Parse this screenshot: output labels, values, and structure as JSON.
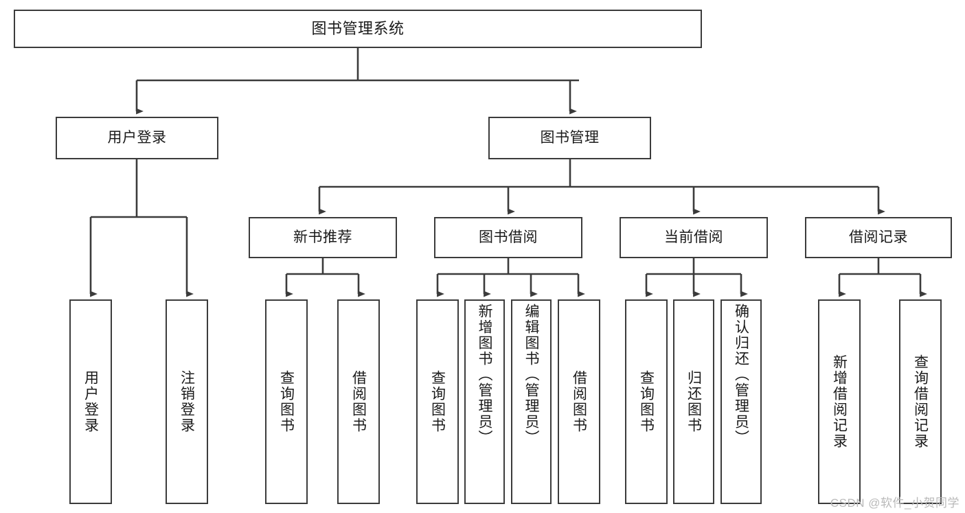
{
  "diagram": {
    "title": "图书管理系统",
    "type": "tree",
    "stroke_color": "#3b3b3b",
    "fill_color": "#ffffff",
    "text_color": "#1a1a1a",
    "watermark": "CSDN @软件_小贺同学"
  },
  "nodes": {
    "root": {
      "label": "图书管理系统"
    },
    "level2": [
      {
        "id": "user-login",
        "label": "用户登录"
      },
      {
        "id": "book-manage",
        "label": "图书管理"
      }
    ],
    "level3": [
      {
        "id": "new-book-recommend",
        "label": "新书推荐"
      },
      {
        "id": "book-borrow",
        "label": "图书借阅"
      },
      {
        "id": "current-borrow",
        "label": "当前借阅"
      },
      {
        "id": "borrow-record",
        "label": "借阅记录"
      }
    ],
    "leaves": {
      "user_login": [
        {
          "id": "leaf-user-login",
          "label": "用户登录"
        },
        {
          "id": "leaf-logout-login",
          "label": "注销登录"
        }
      ],
      "new_book_recommend": [
        {
          "id": "leaf-query-book-1",
          "label": "查询图书"
        },
        {
          "id": "leaf-borrow-book-1",
          "label": "借阅图书"
        }
      ],
      "book_borrow": [
        {
          "id": "leaf-query-book-2",
          "label": "查询图书"
        },
        {
          "id": "leaf-add-book",
          "label": "新增图书（管理员）"
        },
        {
          "id": "leaf-edit-book",
          "label": "编辑图书（管理员）"
        },
        {
          "id": "leaf-borrow-book-2",
          "label": "借阅图书"
        }
      ],
      "current_borrow": [
        {
          "id": "leaf-query-book-3",
          "label": "查询图书"
        },
        {
          "id": "leaf-return-book",
          "label": "归还图书"
        },
        {
          "id": "leaf-confirm-return",
          "label": "确认归还（管理员）"
        }
      ],
      "borrow_record": [
        {
          "id": "leaf-add-record",
          "label": "新增借阅记录"
        },
        {
          "id": "leaf-query-record",
          "label": "查询借阅记录"
        }
      ]
    }
  }
}
